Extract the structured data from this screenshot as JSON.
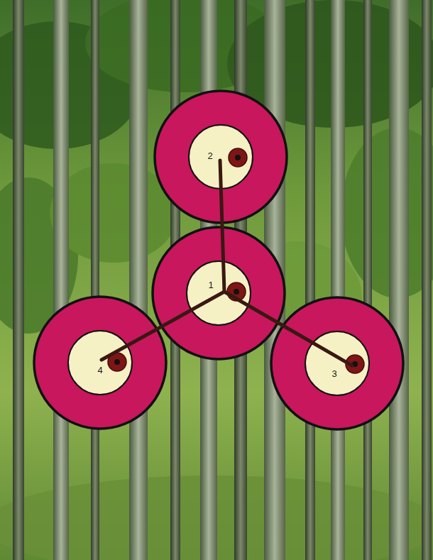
{
  "diagram": {
    "nodes": [
      {
        "text": [
          "1"
        ]
      },
      {
        "text": [
          "2"
        ]
      },
      {
        "text": [
          "3"
        ]
      },
      {
        "text": [
          "4"
        ]
      }
    ],
    "edges": [
      {
        "from": 0,
        "to": 1,
        "arrow": "none"
      },
      {
        "from": 0,
        "to": 2,
        "arrow": "none"
      },
      {
        "from": 0,
        "to": 3,
        "arrow": "none"
      }
    ]
  }
}
